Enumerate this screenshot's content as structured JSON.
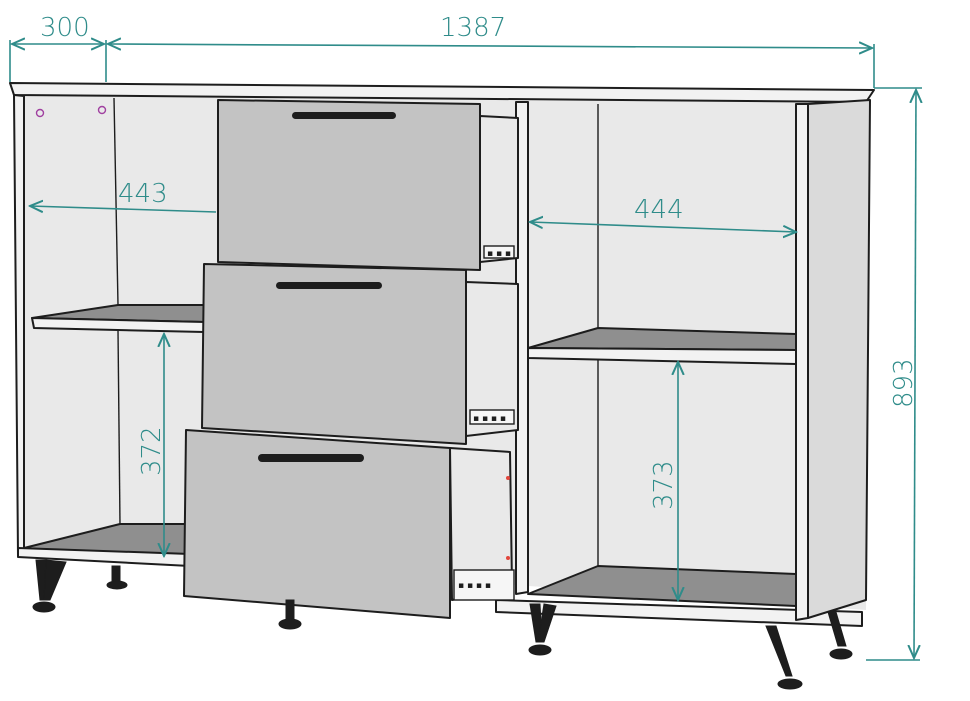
{
  "dimensions": {
    "depth": "300",
    "width": "1387",
    "height": "893",
    "left_inner_width": "443",
    "right_inner_width": "444",
    "left_lower_height": "372",
    "right_lower_height": "373"
  },
  "colors": {
    "dimension": "#2f8c8a",
    "outline": "#1d1d1d",
    "drawer_front": "#c3c3c3",
    "panel": "#f2f2f2",
    "back": "#e9e9e9"
  }
}
